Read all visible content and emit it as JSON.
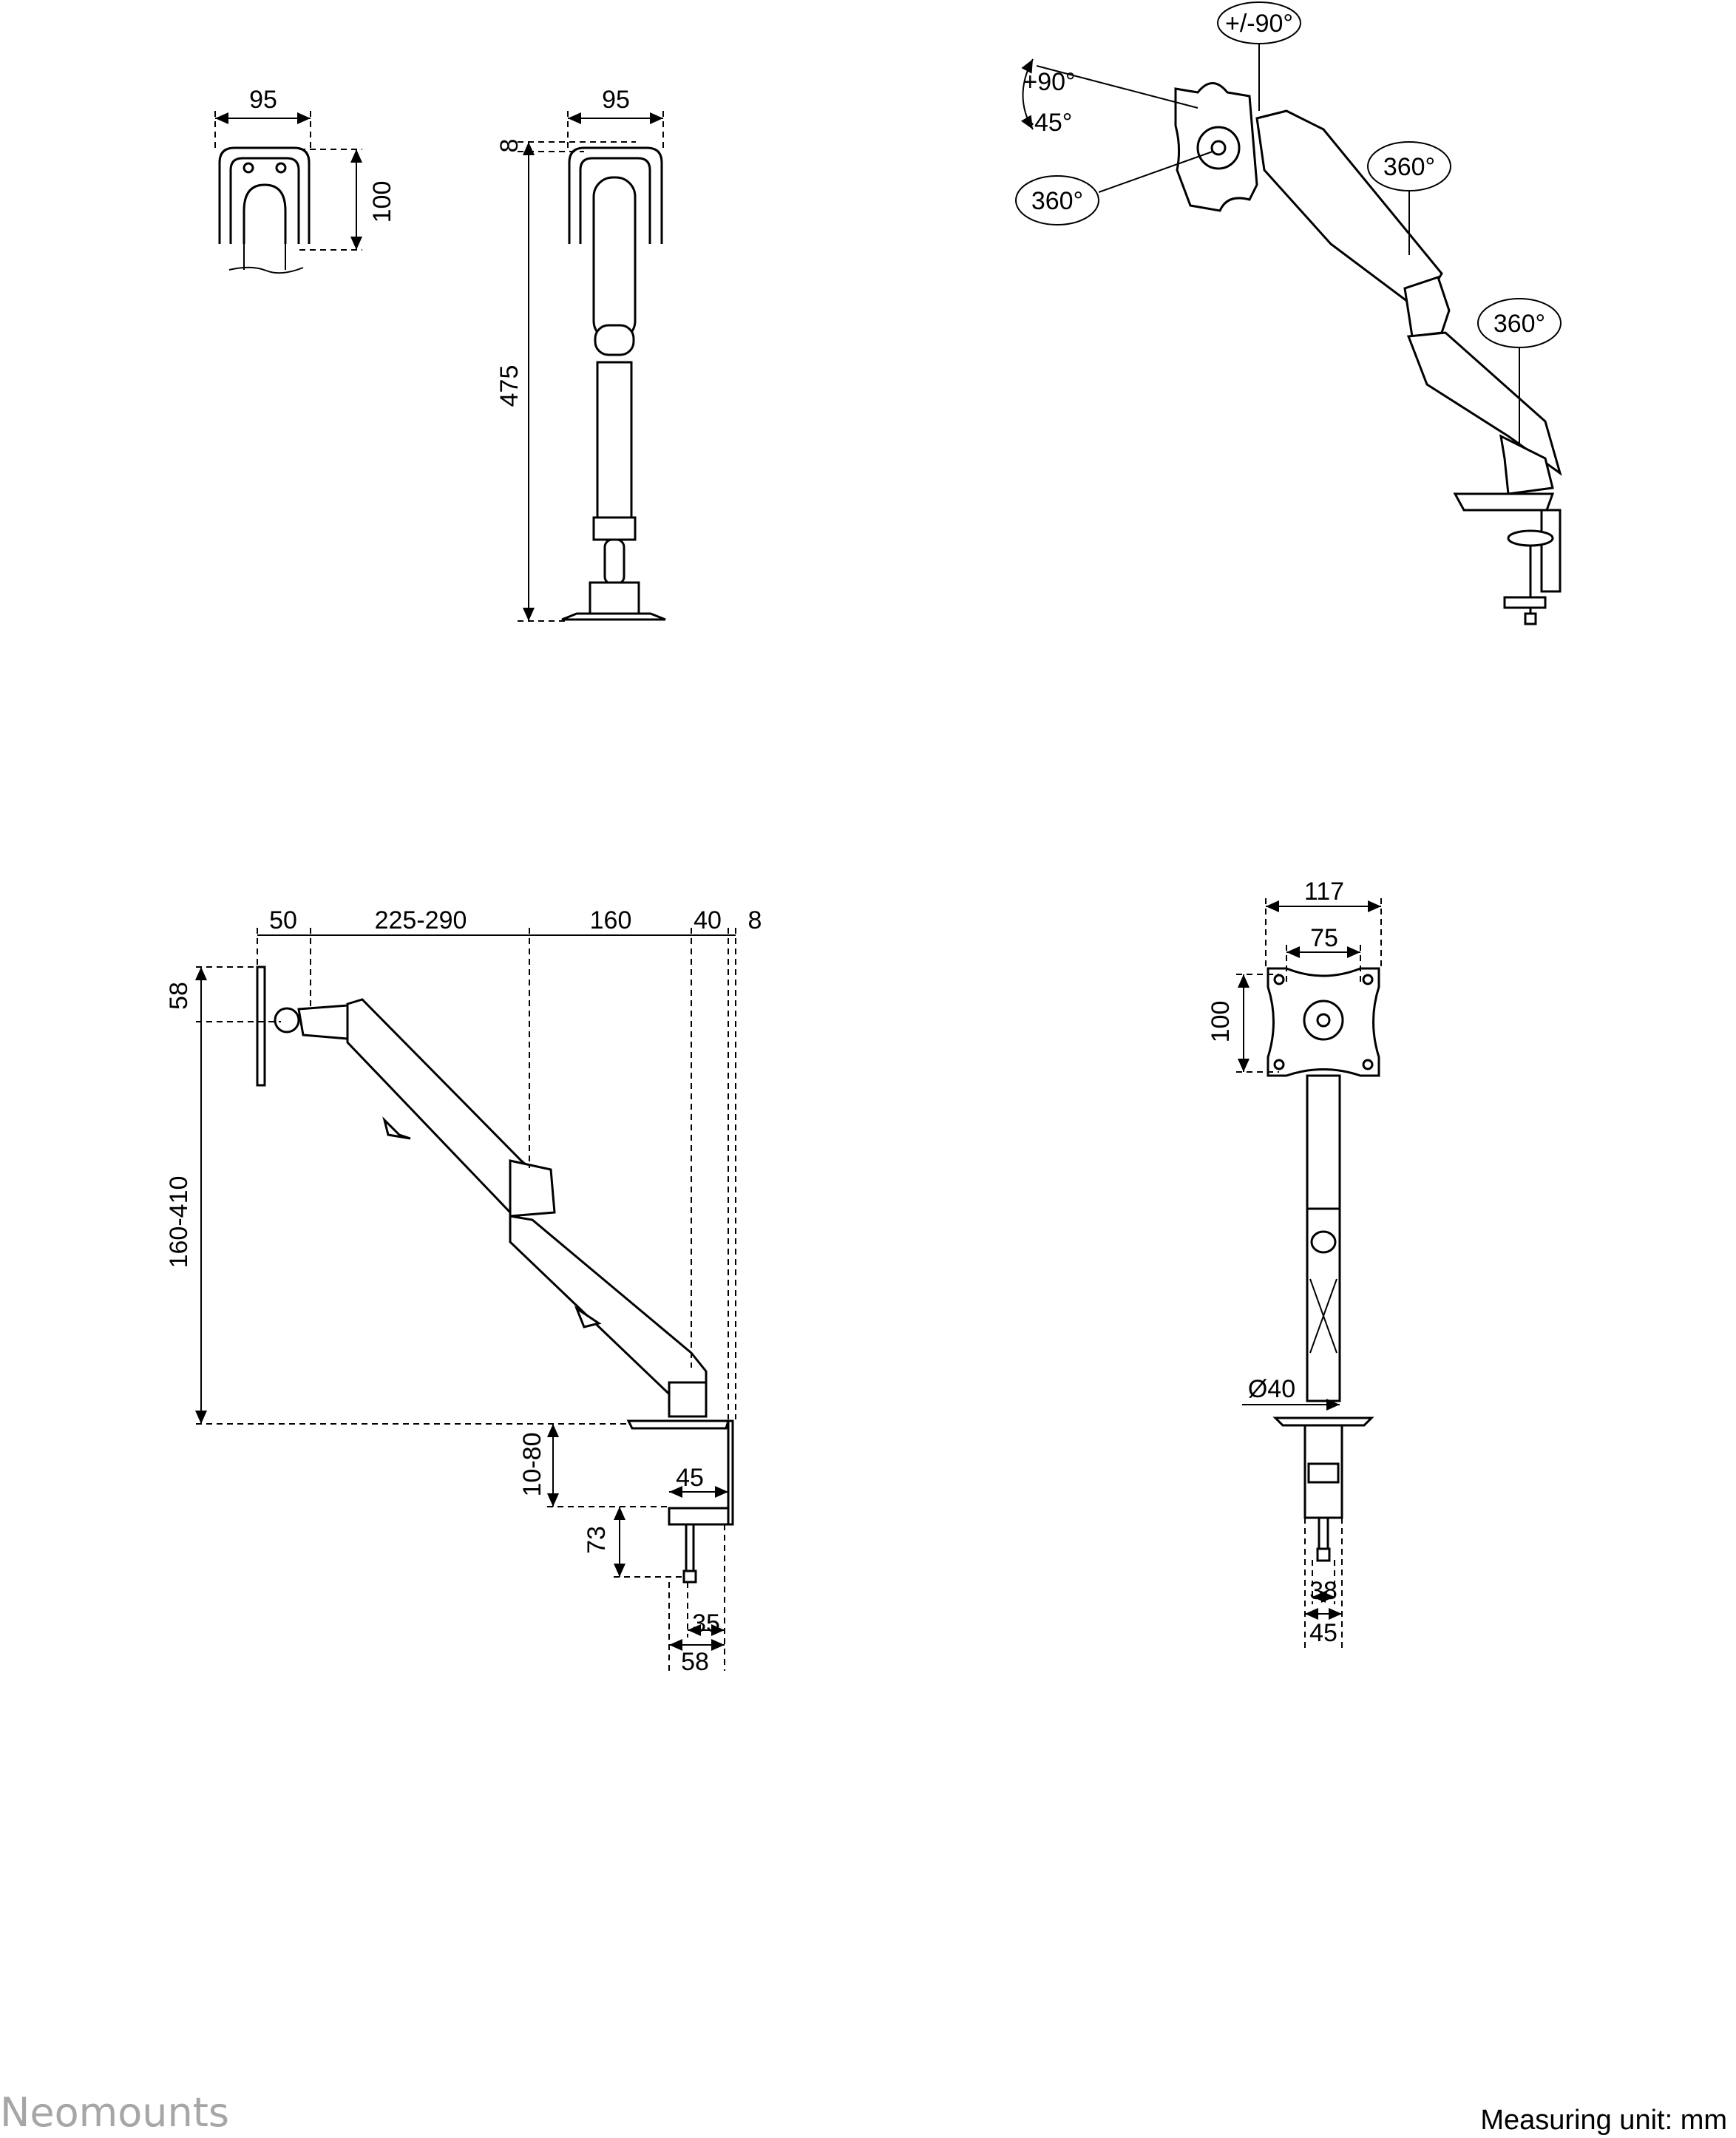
{
  "brand": "Neomounts",
  "measuring_unit": "Measuring unit: mm",
  "views": {
    "vesa_detail": {
      "width": "95",
      "height": "100"
    },
    "front_column": {
      "width": "95",
      "top_offset": "8",
      "height": "475"
    },
    "isometric": {
      "swivel_tilt": "+/-90°",
      "tilt_up": "+90°",
      "tilt_down": "-45°",
      "rotation_plate": "360°",
      "rotation_elbow": "360°",
      "rotation_base": "360°"
    },
    "side": {
      "d50": "50",
      "reach": "225-290",
      "d160": "160",
      "d40": "40",
      "d8": "8",
      "d58_top": "58",
      "height_range": "160-410",
      "desk_thickness": "10-80",
      "d45": "45",
      "d73": "73",
      "d35": "35",
      "d58_bottom": "58"
    },
    "back": {
      "plate_width": "117",
      "vesa_width": "75",
      "vesa_height": "100",
      "pole_diameter": "Ø40",
      "clamp_inner": "38",
      "clamp_outer": "45"
    }
  }
}
